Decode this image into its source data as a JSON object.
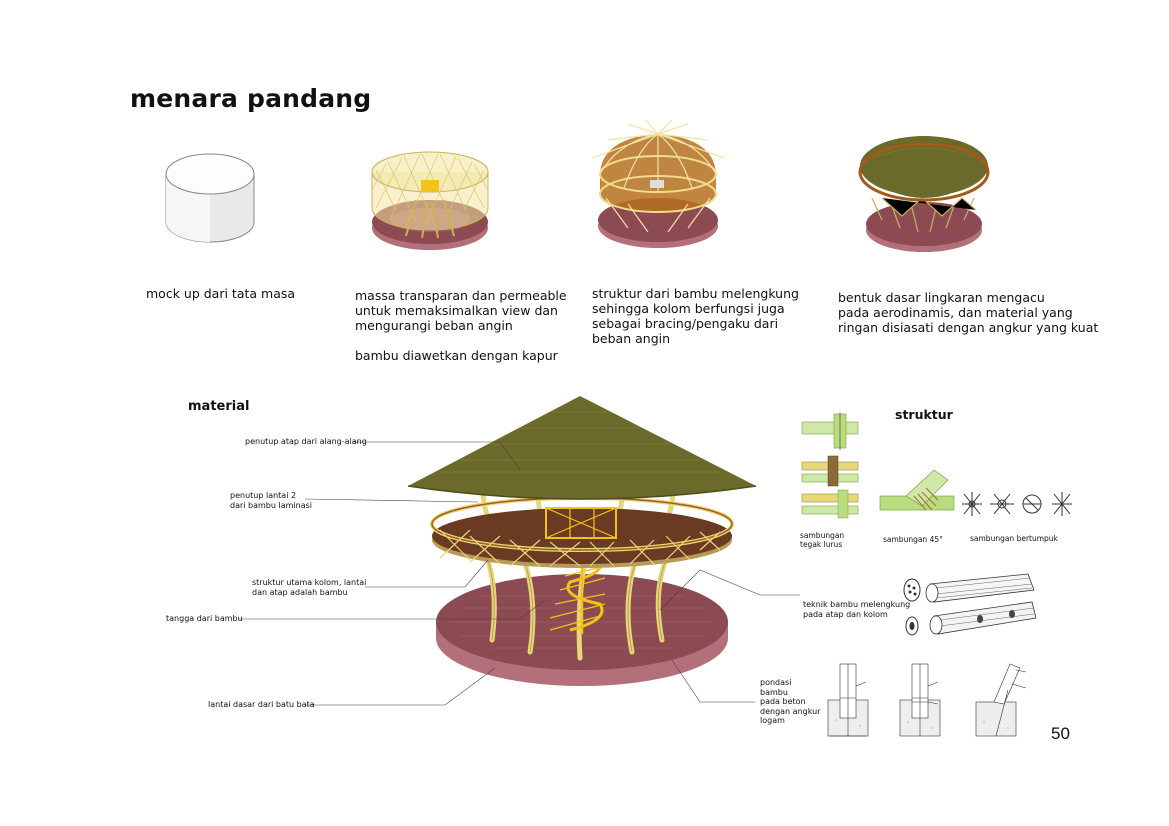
{
  "page": {
    "title": "menara pandang",
    "page_number": "50"
  },
  "steps": [
    {
      "caption": "mock up dari tata masa"
    },
    {
      "caption": "massa transparan dan permeable\nuntuk memaksimalkan view dan\nmengurangi beban angin\n\nbambu diawetkan dengan kapur"
    },
    {
      "caption": "struktur dari bambu melengkung\nsehingga kolom berfungsi juga\nsebagai bracing/pengaku dari\nbeban angin"
    },
    {
      "caption": "bentuk dasar lingkaran mengacu\npada aerodinamis, dan material yang\nringan disiasati dengan angkur yang kuat"
    }
  ],
  "material": {
    "heading": "material",
    "labels": [
      "penutup atap dari alang-alang",
      "penutup lantai 2\ndari bambu laminasi",
      "struktur utama kolom, lantai\ndan atap adalah bambu",
      "tangga dari bambu",
      "lantai dasar dari batu bata",
      "teknik bambu melengkung\npada atap dan kolom",
      "pondasi\nbambu\npada beton\ndengan angkur\nlogam"
    ]
  },
  "struktur": {
    "heading": "struktur",
    "joints": [
      "sambungan\ntegak lurus",
      "sambungan 45°",
      "sambungan bertumpuk"
    ]
  },
  "colors": {
    "bamboo": "#e8d77a",
    "bamboo_dark": "#b7a24a",
    "thatch": "#6b6a2a",
    "brick": "#8c4a52",
    "brick_side": "#b4707a",
    "floor": "#6b3a22",
    "stair": "#f2c21a"
  }
}
